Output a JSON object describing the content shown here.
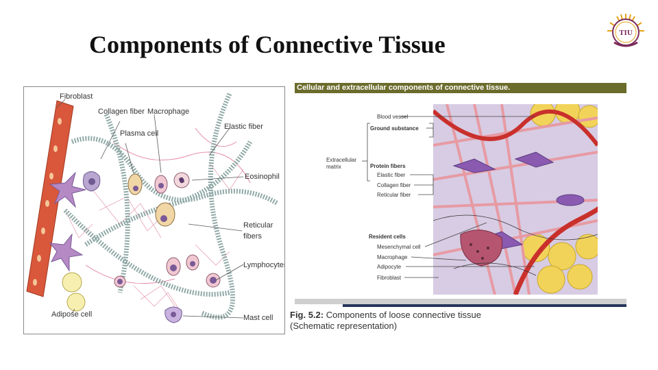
{
  "slide": {
    "title": "Components of Connective Tissue",
    "logo_text": "TIU"
  },
  "left_figure": {
    "labels": {
      "fibroblast": "Fibroblast",
      "collagen_fiber": "Collagen fiber",
      "macrophage": "Macrophage",
      "plasma_cell": "Plasma cell",
      "elastic_fiber": "Elastic fiber",
      "eosinophil": "Eosinophil",
      "reticular_fibers_1": "Reticular",
      "reticular_fibers_2": "fibers",
      "lymphocytes": "Lymphocytes",
      "adipose_cell": "Adipose cell",
      "mast_cell": "Mast cell"
    }
  },
  "right_figure": {
    "header": "Cellular and extracellular components of connective tissue.",
    "labels": {
      "blood_vessel": "Blood vessel",
      "ground_substance": "Ground substance",
      "extracellular_matrix_1": "Extracellular",
      "extracellular_matrix_2": "matrix",
      "protein_fibers": "Protein fibers",
      "elastic_fiber": "Elastic fiber",
      "collagen_fiber": "Collagen fiber",
      "reticular_fiber": "Reticular fiber",
      "resident_cells": "Resident cells",
      "mesenchymal_cell": "Mesenchymal cell",
      "macrophage": "Macrophage",
      "adipocyte": "Adipocyte",
      "fibroblast": "Fibroblast"
    },
    "caption_fig": "Fig. 5.2:",
    "caption_text": "Components of loose connective tissue (Schematic representation)"
  },
  "colors": {
    "header_bar": "#6b6b2c",
    "blood_vessel": "#d9573b",
    "collagen": "#8fa9a6",
    "navy_bar": "#26355c"
  }
}
